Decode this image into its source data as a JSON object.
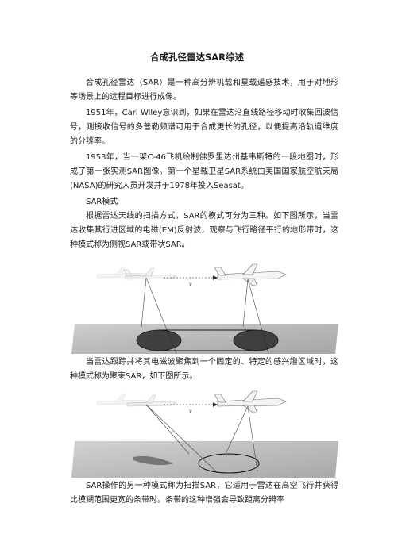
{
  "document": {
    "title": "合成孔径雷达SAR综述",
    "paragraphs": [
      "合成孔径雷达（SAR）是一种高分辨机载和星载遥感技术，用于对地形等场景上的远程目标进行成像。",
      "1951年，Carl Wiley意识到，如果在雷达沿直线路径移动时收集回波信号，则接收信号的多普勒频谱可用于合成更长的孔径，以便提高沿轨道维度的分辨率。",
      "1953年，当一架C-46飞机绘制佛罗里达州基韦斯特的一段地图时，形成了第一张实测SAR图像。第一个星载卫星SAR系统由美国国家航空航天局(NASA)的研究人员开发并于1978年投入Seasat。",
      "SAR模式",
      "根据雷达天线的扫描方式，SAR的模式可分为三种。如下图所示，当雷达收集其行进区域的电磁(EM)反射波，观察与飞行路径平行的地形带时，这种模式称为侧视SAR或带状SAR。",
      "当雷达跟踪并将其电磁波聚焦到一个固定的、特定的感兴趣区域时，这种模式称为聚束SAR，如下图所示。",
      "SAR操作的另一种模式称为扫描SAR，它适用于雷达在高空飞行并获得比模糊范围更宽的条带时。条带的这种增强会导致距离分辨率"
    ],
    "figures": {
      "velocity_label": "v"
    }
  }
}
